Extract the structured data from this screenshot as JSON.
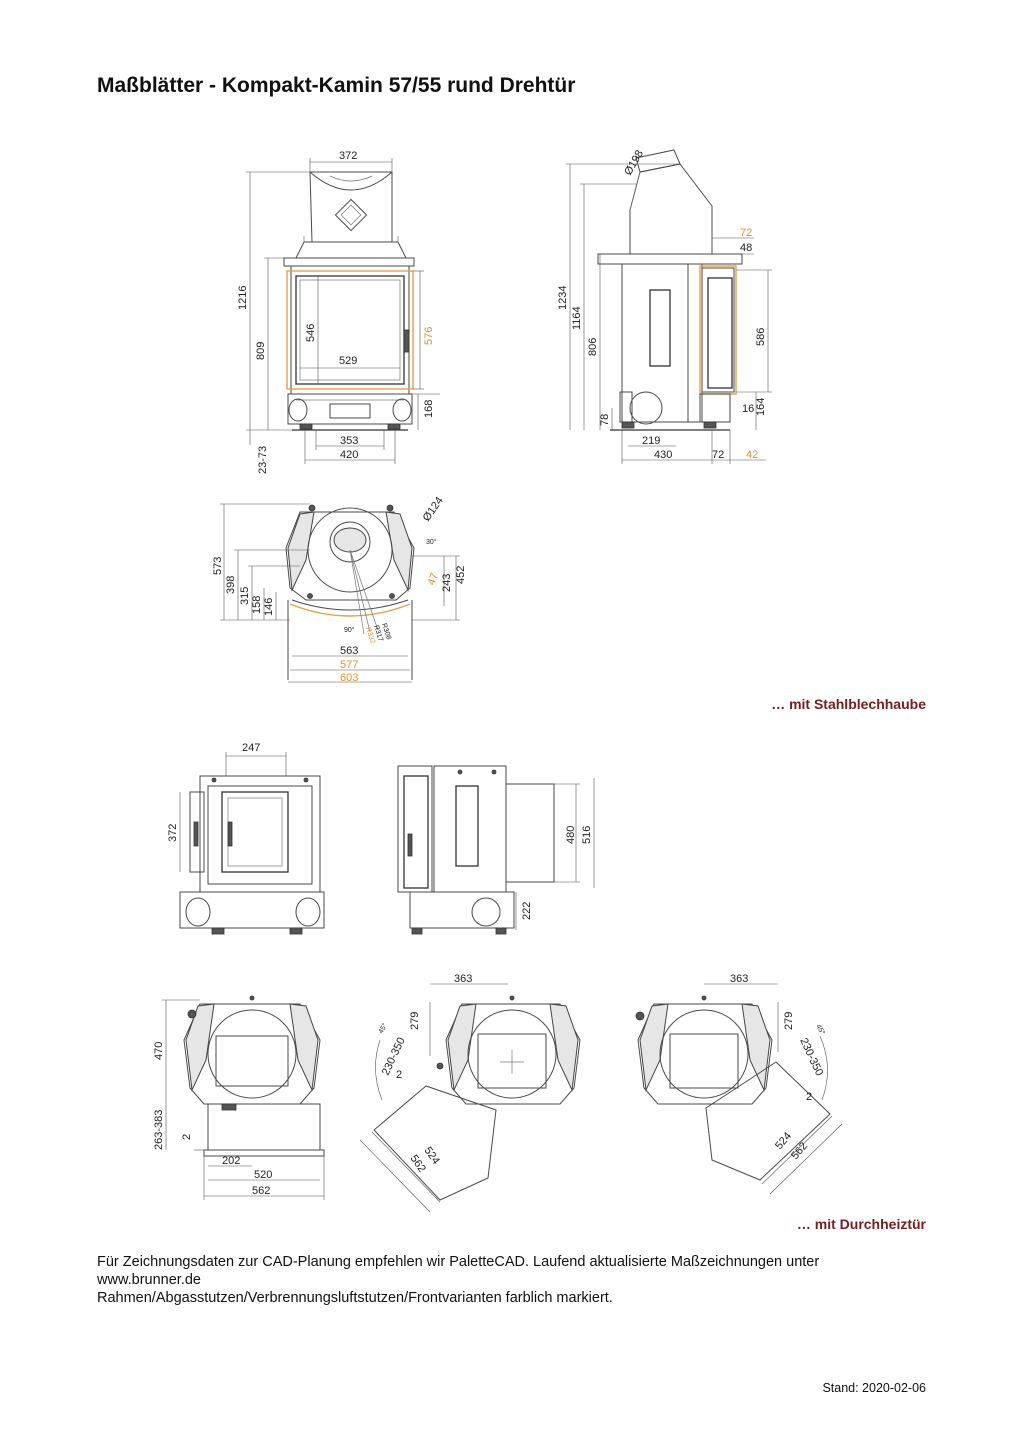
{
  "page": {
    "title": "Maßblätter - Kompakt-Kamin 57/55 rund Drehtür",
    "section1_label": "… mit Stahlblechhaube",
    "section2_label": "… mit Durchheiztür",
    "footer_lines": [
      "Für Zeichnungsdaten zur CAD-Planung empfehlen wir PaletteCAD. Laufend aktualisierte Maßzeichnungen unter",
      "www.brunner.de",
      "Rahmen/Abgasstutzen/Verbrennungsluftstutzen/Frontvarianten farblich markiert."
    ],
    "stand": "Stand: 2020-02-06"
  },
  "front_view": {
    "w_top": "372",
    "h_total": "1216",
    "h_809": "809",
    "h_546": "546",
    "w_529": "529",
    "h_576": "576",
    "h_168": "168",
    "w_353": "353",
    "w_420": "420",
    "h_feet": "23-73"
  },
  "side_view": {
    "d_198": "Ø198",
    "h_1234": "1234",
    "h_1164": "1164",
    "h_806": "806",
    "h_78": "78",
    "w_72o": "72",
    "w_48": "48",
    "h_586": "586",
    "h_16": "16",
    "h_164": "164",
    "w_219": "219",
    "w_430": "430",
    "w_72": "72",
    "w_42o": "42"
  },
  "top_view": {
    "d_124": "Ø124",
    "a_30": "30°",
    "h_573": "573",
    "h_398": "398",
    "h_315": "315",
    "h_158": "158",
    "h_146": "146",
    "h_243": "243",
    "h_452": "452",
    "o_47": "47",
    "a_90": "90°",
    "r1": "R308",
    "r2": "R317",
    "r3": "R332",
    "w_563": "563",
    "w_577": "577",
    "w_603": "603"
  },
  "dt_front": {
    "w_247": "247",
    "h_372": "372"
  },
  "dt_side": {
    "h_480": "480",
    "h_516": "516",
    "h_222": "222"
  },
  "dt_top1": {
    "h_470": "470",
    "h_263": "263-383",
    "h_2": "2",
    "w_202": "202",
    "w_520": "520",
    "w_562": "562"
  },
  "dt_top2": {
    "w_363": "363",
    "h_279": "279",
    "a_45": "45°",
    "r_230": "230-350",
    "h_2": "2",
    "w_524": "524",
    "w_562": "562"
  },
  "dt_top3": {
    "w_363": "363",
    "h_279": "279",
    "a_45": "45°",
    "r_230": "230-350",
    "h_2": "2",
    "w_524": "524",
    "w_562": "562"
  }
}
